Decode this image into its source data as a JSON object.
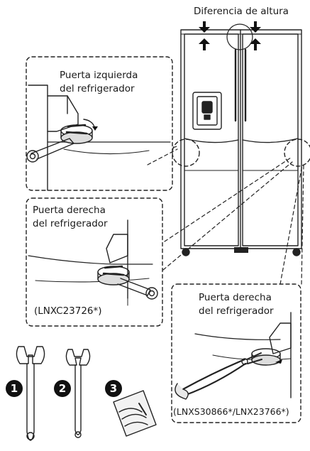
{
  "labels": {
    "height_difference": "Diferencia de altura",
    "left_door_line1": "Puerta izquierda",
    "left_door_line2": "del refrigerador",
    "right_door_a_line1": "Puerta derecha",
    "right_door_a_line2": "del refrigerador",
    "model_a": "(LNXC23726*)",
    "right_door_b_line1": "Puerta derecha",
    "right_door_b_line2": "del refrigerador",
    "model_b": "(LNXS30866*/LNX23766*)"
  },
  "tools": [
    {
      "number": "1",
      "icon": "open-end-wrench-icon"
    },
    {
      "number": "2",
      "icon": "small-wrench-icon"
    },
    {
      "number": "3",
      "icon": "snap-ring-bag-icon"
    }
  ]
}
